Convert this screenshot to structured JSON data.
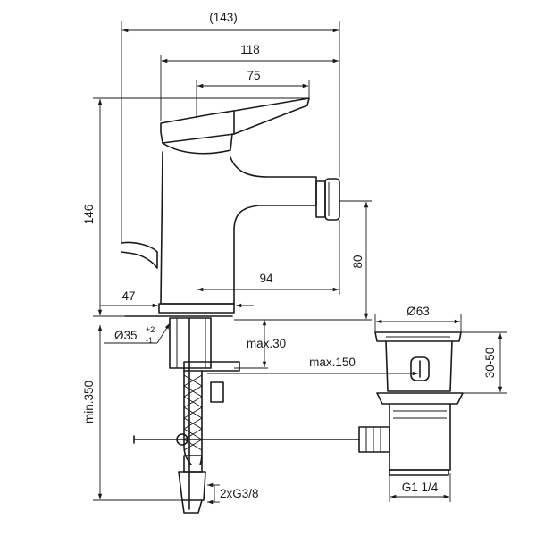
{
  "dimensions": {
    "overall_width": "(143)",
    "body_to_spout": "118",
    "lever_reach": "75",
    "height": "146",
    "spout_height": "80",
    "spout_reach": "94",
    "body_width": "47",
    "hole_diameter_main": "Ø35",
    "hole_tol_plus": "+2",
    "hole_tol_minus": "-1",
    "max_thickness": "max.30",
    "max_rod": "max.150",
    "min_length": "min.350",
    "connection": "2xG3/8",
    "waste_diameter": "Ø63",
    "waste_range": "30-50",
    "waste_thread": "G1 1/4"
  }
}
